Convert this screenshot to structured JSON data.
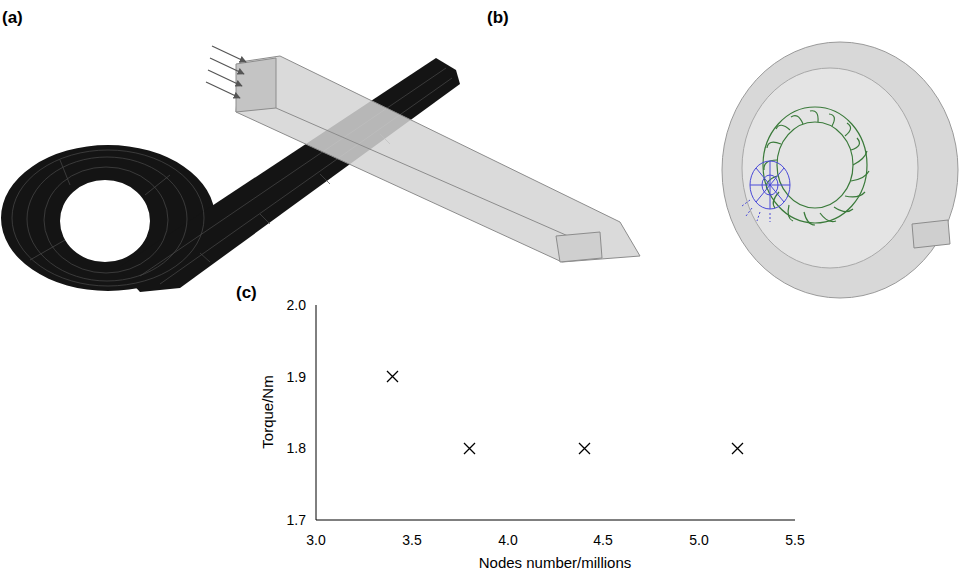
{
  "diagram": {
    "labels": [
      "(a)",
      "(b)",
      "(c)",
      "2.0",
      "1.9",
      "1.8",
      "1.7",
      "Torque/Nm",
      "3.0",
      "3.5",
      "4.0",
      "4.5",
      "5.0",
      "5.5",
      "Nodes number/millions"
    ]
  }
}
